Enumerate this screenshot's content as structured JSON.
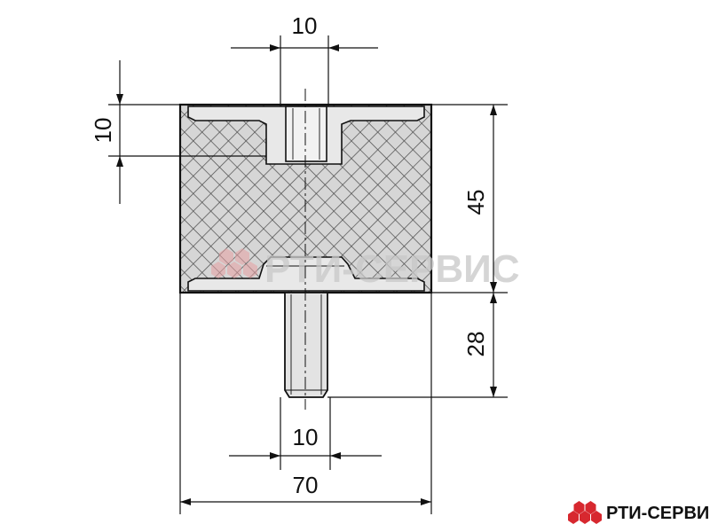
{
  "dimensions": {
    "top_thread_diameter": "10",
    "top_thread_depth": "10",
    "body_height": "45",
    "bolt_length": "28",
    "bottom_thread_diameter": "10",
    "body_diameter": "70"
  },
  "brand": {
    "watermark_text": "РТИ-СЕРВИС",
    "logo_text": "РТИ-СЕРВИС",
    "logo_icon": "hexagon-cluster-icon",
    "logo_color": "#d7282f"
  },
  "colors": {
    "line": "#111111",
    "rubber_fill": "#d6d6d6",
    "hatch": "#4a4a4a",
    "metal_fill": "#e3e3e3",
    "watermark": "#c8c8c8"
  }
}
